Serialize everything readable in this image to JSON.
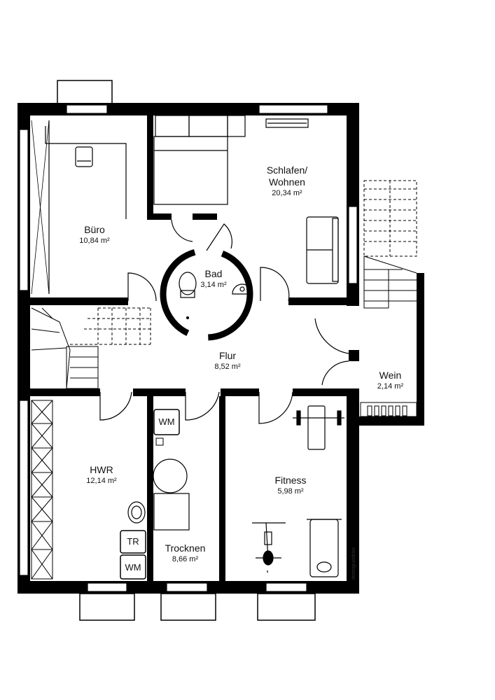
{
  "rooms": {
    "buero": {
      "name": "Büro",
      "area": "10,84 m²"
    },
    "schlafen": {
      "name1": "Schlafen/",
      "name2": "Wohnen",
      "area": "20,34 m²"
    },
    "bad": {
      "name": "Bad",
      "area": "3,14 m²"
    },
    "flur": {
      "name": "Flur",
      "area": "8,52 m²"
    },
    "wein": {
      "name": "Wein",
      "area": "2,14 m²"
    },
    "hwr": {
      "name": "HWR",
      "area": "12,14 m²"
    },
    "trocknen": {
      "name": "Trocknen",
      "area": "8,66 m²"
    },
    "fitness": {
      "name": "Fitness",
      "area": "5,98 m²"
    }
  },
  "fixtures": {
    "wm_trocknen": "WM",
    "tr_hwr": "TR",
    "wm_hwr": "WM"
  },
  "watermark": "immogrundriss",
  "colors": {
    "wall": "#000000",
    "line": "#111111",
    "background": "#ffffff"
  }
}
